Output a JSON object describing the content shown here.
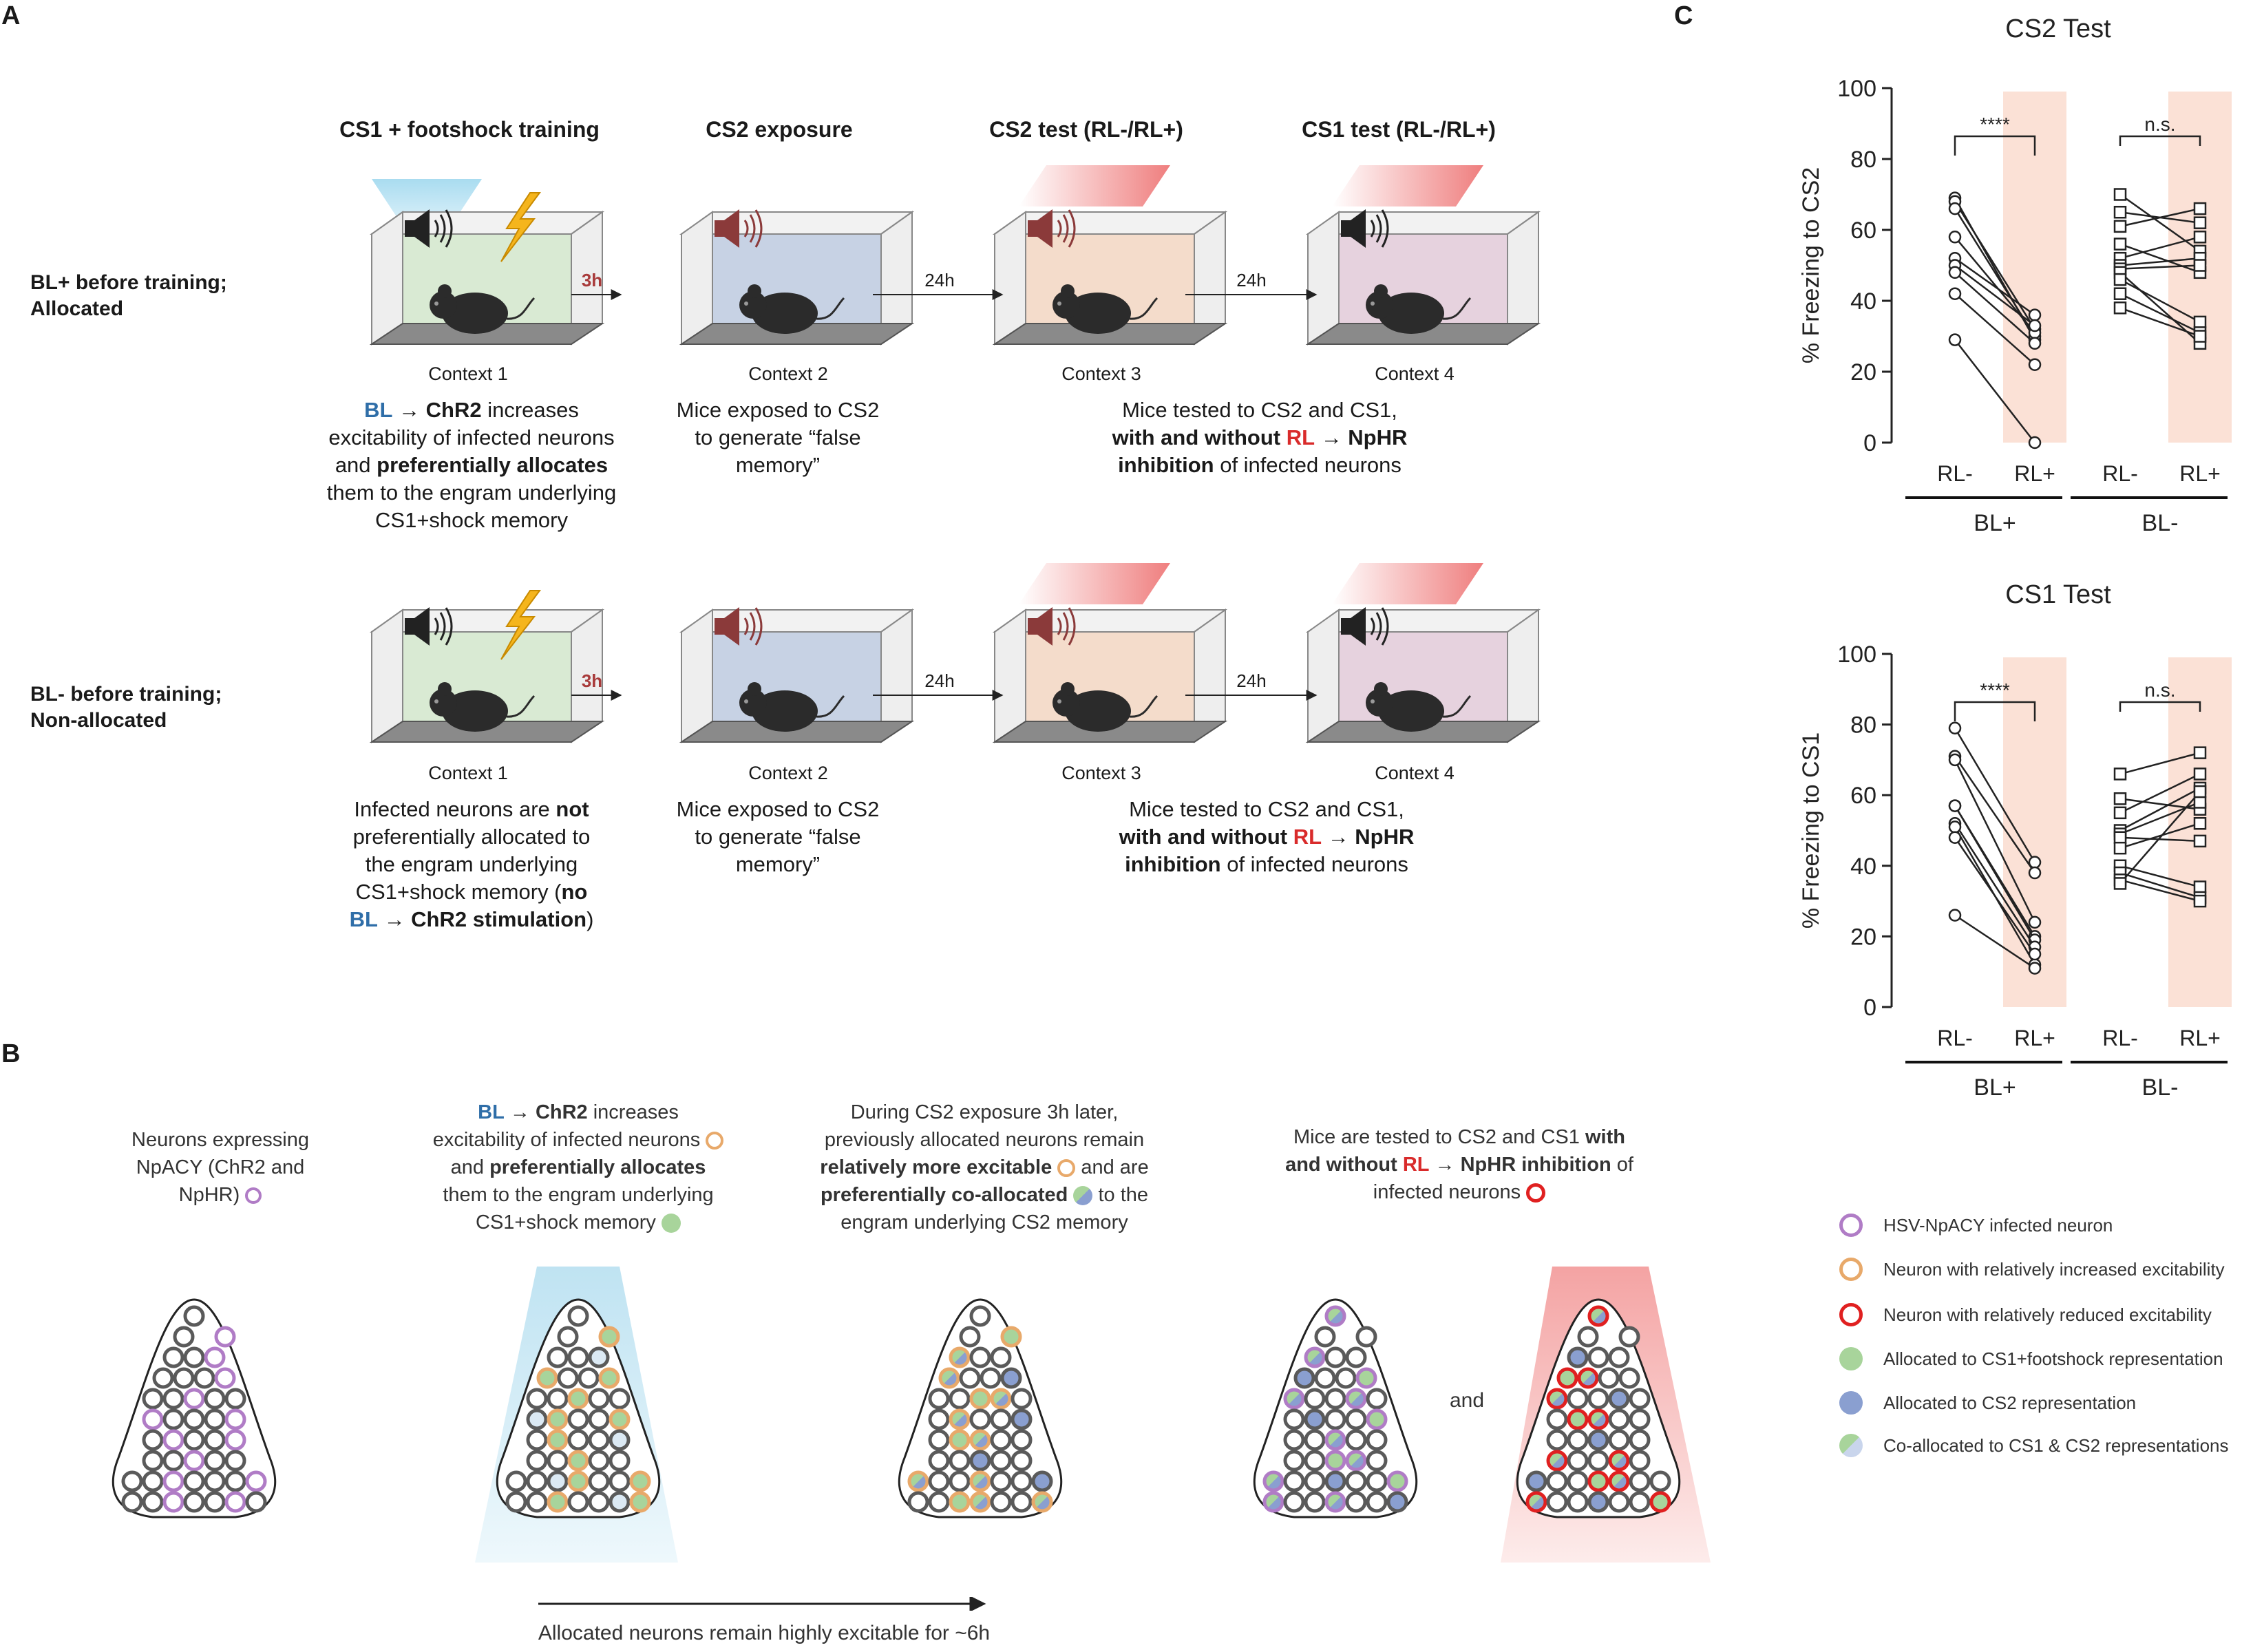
{
  "panels": {
    "a": "A",
    "b": "B",
    "c": "C"
  },
  "panel_a": {
    "steps": [
      "CS1 + footshock training",
      "CS2 exposure",
      "CS2 test (RL-/RL+)",
      "CS1 test (RL-/RL+)"
    ],
    "rows": [
      {
        "label_line1": "BL+ before training;",
        "label_line2": "Allocated",
        "contexts": [
          "Context 1",
          "Context 2",
          "Context 3",
          "Context 4"
        ],
        "delays": [
          "3h",
          "24h",
          "24h"
        ],
        "desc1": {
          "bl": "BL",
          "arrow": "→",
          "chr2": "ChR2",
          "t1": "increases",
          "t2": "excitability of infected neurons",
          "t3": "and",
          "t4": "preferentially allocates",
          "t5": "them to the engram underlying",
          "t6": "CS1+shock memory"
        },
        "desc2": {
          "l1": "Mice exposed to CS2",
          "l2": "to generate “false",
          "l3": "memory”"
        },
        "desc3": {
          "l1": "Mice tested to CS2 and CS1,",
          "b1": "with and without",
          "rl": "RL",
          "arrow": "→",
          "b2": "NpHR",
          "l3b": "inhibition",
          "l3": "of infected neurons"
        }
      },
      {
        "label_line1": "BL- before training;",
        "label_line2": "Non-allocated",
        "contexts": [
          "Context 1",
          "Context 2",
          "Context 3",
          "Context 4"
        ],
        "delays": [
          "3h",
          "24h",
          "24h"
        ],
        "desc1": {
          "t1": "Infected neurons are",
          "not": "not",
          "t2": "preferentially allocated to",
          "t3": "the engram underlying",
          "t4": "CS1+shock memory (",
          "no": "no",
          "bl": "BL",
          "arrow": "→",
          "chr2": "ChR2 stimulation",
          "close": ")"
        },
        "desc2": {
          "l1": "Mice exposed to CS2",
          "l2": "to generate “false",
          "l3": "memory”"
        },
        "desc3": {
          "l1": "Mice tested to CS2 and CS1,",
          "b1": "with and without",
          "rl": "RL",
          "arrow": "→",
          "b2": "NpHR",
          "l3b": "inhibition",
          "l3": "of infected neurons"
        }
      }
    ]
  },
  "panel_b": {
    "col1": {
      "l1": "Neurons expressing",
      "l2": "NpACY (ChR2 and",
      "l3": "NpHR)"
    },
    "col2": {
      "bl": "BL",
      "arrow": "→",
      "chr2": "ChR2",
      "t1": "increases",
      "t2": "excitability of infected neurons",
      "t3": "and",
      "t4": "preferentially allocates",
      "t5": "them to the engram underlying",
      "t6": "CS1+shock memory"
    },
    "col3": {
      "l1": "During CS2 exposure 3h later,",
      "l2": "previously allocated neurons remain",
      "b1": "relatively more excitable",
      "t3": "and are",
      "b2": "preferentially co-allocated",
      "t4": "to the",
      "l5": "engram underlying CS2 memory"
    },
    "col4": {
      "t1": "Mice are tested to CS2 and CS1",
      "b1": "with",
      "b2": "and without",
      "rl": "RL",
      "arrow": "→",
      "b3": "NpHR inhibition",
      "t2": "of",
      "l3": "infected neurons"
    },
    "and_label": "and",
    "timeline": "Allocated neurons remain highly excitable for ~6h",
    "legend": [
      {
        "label": "HSV-NpACY infected neuron",
        "color": "#b07cc6"
      },
      {
        "label": "Neuron with relatively increased excitability",
        "color": "#e8a96a"
      },
      {
        "label": "Neuron with relatively reduced excitability",
        "color": "#e02020"
      },
      {
        "label": "Allocated to CS1+footshock representation",
        "color": "#a8d49b"
      },
      {
        "label": "Allocated to CS2 representation",
        "color": "#8a9fd0"
      },
      {
        "label": "Co-allocated to CS1 & CS2 representations",
        "color": "#a8d49b"
      }
    ]
  },
  "colors": {
    "bl": "#2f6ea8",
    "rl": "#d92b2b",
    "context1": "#d9ead3",
    "context2": "#c7d2e4",
    "context3": "#f4dccb",
    "context4": "#e6d2de",
    "blue_light": "#bfe3f2",
    "red_light": "#f4a3a3"
  },
  "chart_data": [
    {
      "type": "scatter",
      "title": "CS2 Test",
      "ylabel": "% Freezing to CS2",
      "ylim": [
        0,
        100
      ],
      "yticks": [
        "0",
        "20",
        "40",
        "60",
        "80",
        "100"
      ],
      "groups": [
        {
          "name": "BL+",
          "categories": [
            "RL-",
            "RL+"
          ],
          "marker": "circle",
          "significance": "****",
          "pairs": [
            [
              69,
              29
            ],
            [
              68,
              32
            ],
            [
              66,
              30
            ],
            [
              58,
              31
            ],
            [
              52,
              36
            ],
            [
              50,
              33
            ],
            [
              48,
              28
            ],
            [
              42,
              22
            ],
            [
              29,
              0
            ]
          ]
        },
        {
          "name": "BL-",
          "categories": [
            "RL-",
            "RL+"
          ],
          "marker": "square",
          "significance": "n.s.",
          "pairs": [
            [
              70,
              54
            ],
            [
              65,
              62
            ],
            [
              61,
              66
            ],
            [
              56,
              48
            ],
            [
              52,
              58
            ],
            [
              50,
              52
            ],
            [
              49,
              50
            ],
            [
              48,
              28
            ],
            [
              46,
              34
            ],
            [
              42,
              31
            ],
            [
              38,
              30
            ]
          ]
        }
      ]
    },
    {
      "type": "scatter",
      "title": "CS1 Test",
      "ylabel": "% Freezing to CS1",
      "ylim": [
        0,
        100
      ],
      "yticks": [
        "0",
        "20",
        "40",
        "60",
        "80",
        "100"
      ],
      "groups": [
        {
          "name": "BL+",
          "categories": [
            "RL-",
            "RL+"
          ],
          "marker": "circle",
          "significance": "****",
          "pairs": [
            [
              79,
              41
            ],
            [
              71,
              38
            ],
            [
              70,
              24
            ],
            [
              57,
              20
            ],
            [
              57,
              19
            ],
            [
              52,
              17
            ],
            [
              51,
              12
            ],
            [
              48,
              15
            ],
            [
              26,
              11
            ]
          ]
        },
        {
          "name": "BL-",
          "categories": [
            "RL-",
            "RL+"
          ],
          "marker": "square",
          "significance": "n.s.",
          "pairs": [
            [
              66,
              72
            ],
            [
              59,
              56
            ],
            [
              55,
              66
            ],
            [
              50,
              62
            ],
            [
              49,
              58
            ],
            [
              48,
              47
            ],
            [
              45,
              52
            ],
            [
              40,
              34
            ],
            [
              38,
              31
            ],
            [
              36,
              30
            ],
            [
              35,
              61
            ]
          ]
        }
      ]
    }
  ]
}
